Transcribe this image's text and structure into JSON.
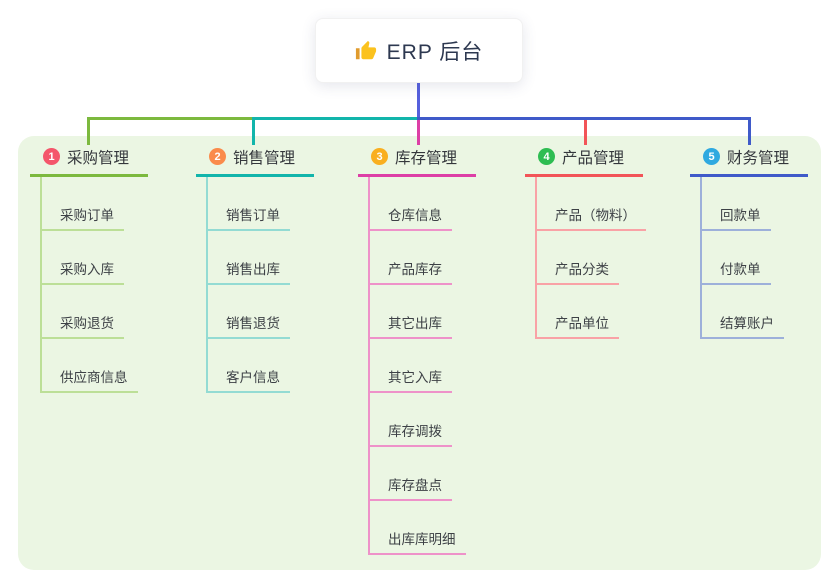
{
  "root": {
    "label": "ERP 后台",
    "icon": "thumbs-up-icon",
    "line_color": "#5660dd"
  },
  "panel": {
    "background": "#ebf6e3"
  },
  "branches": [
    {
      "badge": "1",
      "badge_color": "#f4566b",
      "title": "采购管理",
      "color": "#7cb93e",
      "light_color": "#bcdf97",
      "children": [
        "采购订单",
        "采购入库",
        "采购退货",
        "供应商信息"
      ]
    },
    {
      "badge": "2",
      "badge_color": "#fa8b4b",
      "title": "销售管理",
      "color": "#12b5ab",
      "light_color": "#93dbd3",
      "children": [
        "销售订单",
        "销售出库",
        "销售退货",
        "客户信息"
      ]
    },
    {
      "badge": "3",
      "badge_color": "#f9af20",
      "title": "库存管理",
      "color": "#dd3fa6",
      "light_color": "#ee92c9",
      "children": [
        "仓库信息",
        "产品库存",
        "其它出库",
        "其它入库",
        "库存调拨",
        "库存盘点",
        "出库库明细"
      ]
    },
    {
      "badge": "4",
      "badge_color": "#2ebd52",
      "title": "产品管理",
      "color": "#f25458",
      "light_color": "#f9a2a6",
      "children": [
        "产品（物料）",
        "产品分类",
        "产品单位"
      ]
    },
    {
      "badge": "5",
      "badge_color": "#2fa9e0",
      "title": "财务管理",
      "color": "#3f5ac9",
      "light_color": "#9db0da",
      "children": [
        "回款单",
        "付款单",
        "结算账户"
      ]
    }
  ]
}
